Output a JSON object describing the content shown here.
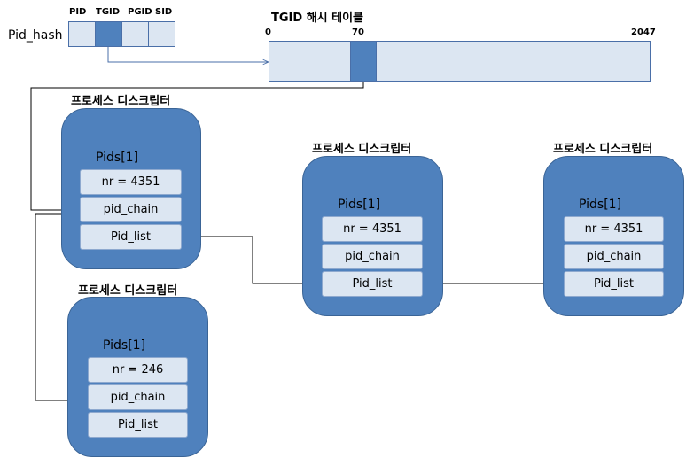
{
  "pid_hash": {
    "label": "Pid_hash",
    "columns": [
      "PID",
      "TGID",
      "PGID",
      "SID"
    ],
    "selected_column": "TGID"
  },
  "hash_table": {
    "title": "TGID 해시 테이블",
    "index_start": "0",
    "index_selected": "70",
    "index_end": "2047"
  },
  "processes": [
    {
      "title": "프로세스 디스크립터",
      "pids": "Pids[1]",
      "fields": [
        "nr = 4351",
        "pid_chain",
        "Pid_list"
      ]
    },
    {
      "title": "프로세스 디스크립터",
      "pids": "Pids[1]",
      "fields": [
        "nr = 246",
        "pid_chain",
        "Pid_list"
      ]
    },
    {
      "title": "프로세스 디스크립터",
      "pids": "Pids[1]",
      "fields": [
        "nr = 4351",
        "pid_chain",
        "Pid_list"
      ]
    },
    {
      "title": "프로세스 디스크립터",
      "pids": "Pids[1]",
      "fields": [
        "nr = 4351",
        "pid_chain",
        "Pid_list"
      ]
    }
  ],
  "colors": {
    "box_fill": "#4f81bd",
    "cell_fill": "#dce6f2",
    "line": "#000000"
  }
}
